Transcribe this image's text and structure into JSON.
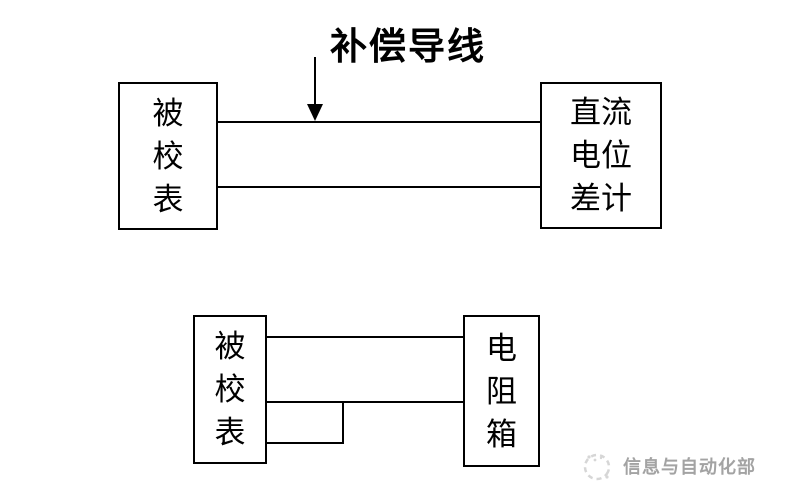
{
  "page": {
    "background_color": "#ffffff",
    "line_color": "#000000"
  },
  "top_diagram": {
    "annotation_label": "补偿导线",
    "left_box_label": "被校表",
    "right_box_label": "直流电位差计"
  },
  "bottom_diagram": {
    "left_box_label": "被校表",
    "right_box_label": "电阻箱"
  },
  "watermark": {
    "text": "信息与自动化部",
    "color": "#a3a3a3"
  },
  "icons": {
    "down_arrow": "▼",
    "watermark_logo": "◌"
  }
}
